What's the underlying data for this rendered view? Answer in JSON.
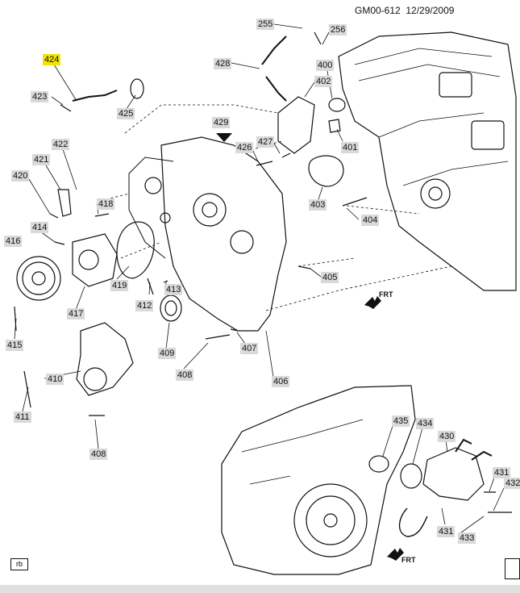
{
  "header": {
    "id": "GM00-612",
    "date": "12/29/2009"
  },
  "callouts": [
    "255",
    "256",
    "424",
    "428",
    "400",
    "423",
    "402",
    "425",
    "429",
    "426",
    "427",
    "401",
    "422",
    "421",
    "420",
    "403",
    "418",
    "404",
    "414",
    "416",
    "419",
    "405",
    "413",
    "412",
    "417",
    "415",
    "409",
    "407",
    "408",
    "410",
    "406",
    "411",
    "408",
    "435",
    "434",
    "430",
    "431",
    "432",
    "431",
    "433"
  ],
  "footer": {
    "label": "rb"
  },
  "direction": {
    "label": "FRT"
  }
}
